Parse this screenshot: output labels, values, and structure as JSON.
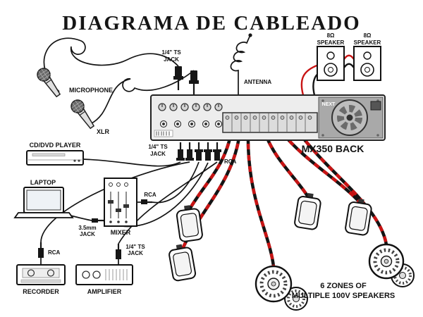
{
  "title": "DIAGRAMA DE CABLEADO",
  "labels": {
    "microphone": "MICROPHONE",
    "xlr": "XLR",
    "antenna": "ANTENNA",
    "cd_player": "CD/DVD PLAYER",
    "laptop": "LAPTOP",
    "mixer": "MIXER",
    "recorder": "RECORDER",
    "amplifier": "AMPLIFIER"
  },
  "connectors": {
    "ts_line1": "1/4\" TS",
    "ts_line2": "JACK",
    "rca": "RCA",
    "mini_line1": "3.5mm",
    "mini_line2": "JACK"
  },
  "speakers": {
    "ohm": "8Ω",
    "speaker": "SPEAKER",
    "zones_line1": "6 ZONES OF",
    "zones_line2": "MULTIPLE 100V SPEAKERS"
  },
  "panel": {
    "name": "MX350 BACK",
    "brand": "NEXT"
  },
  "colors": {
    "wire_red": "#c81414",
    "wire_black": "#141414"
  }
}
